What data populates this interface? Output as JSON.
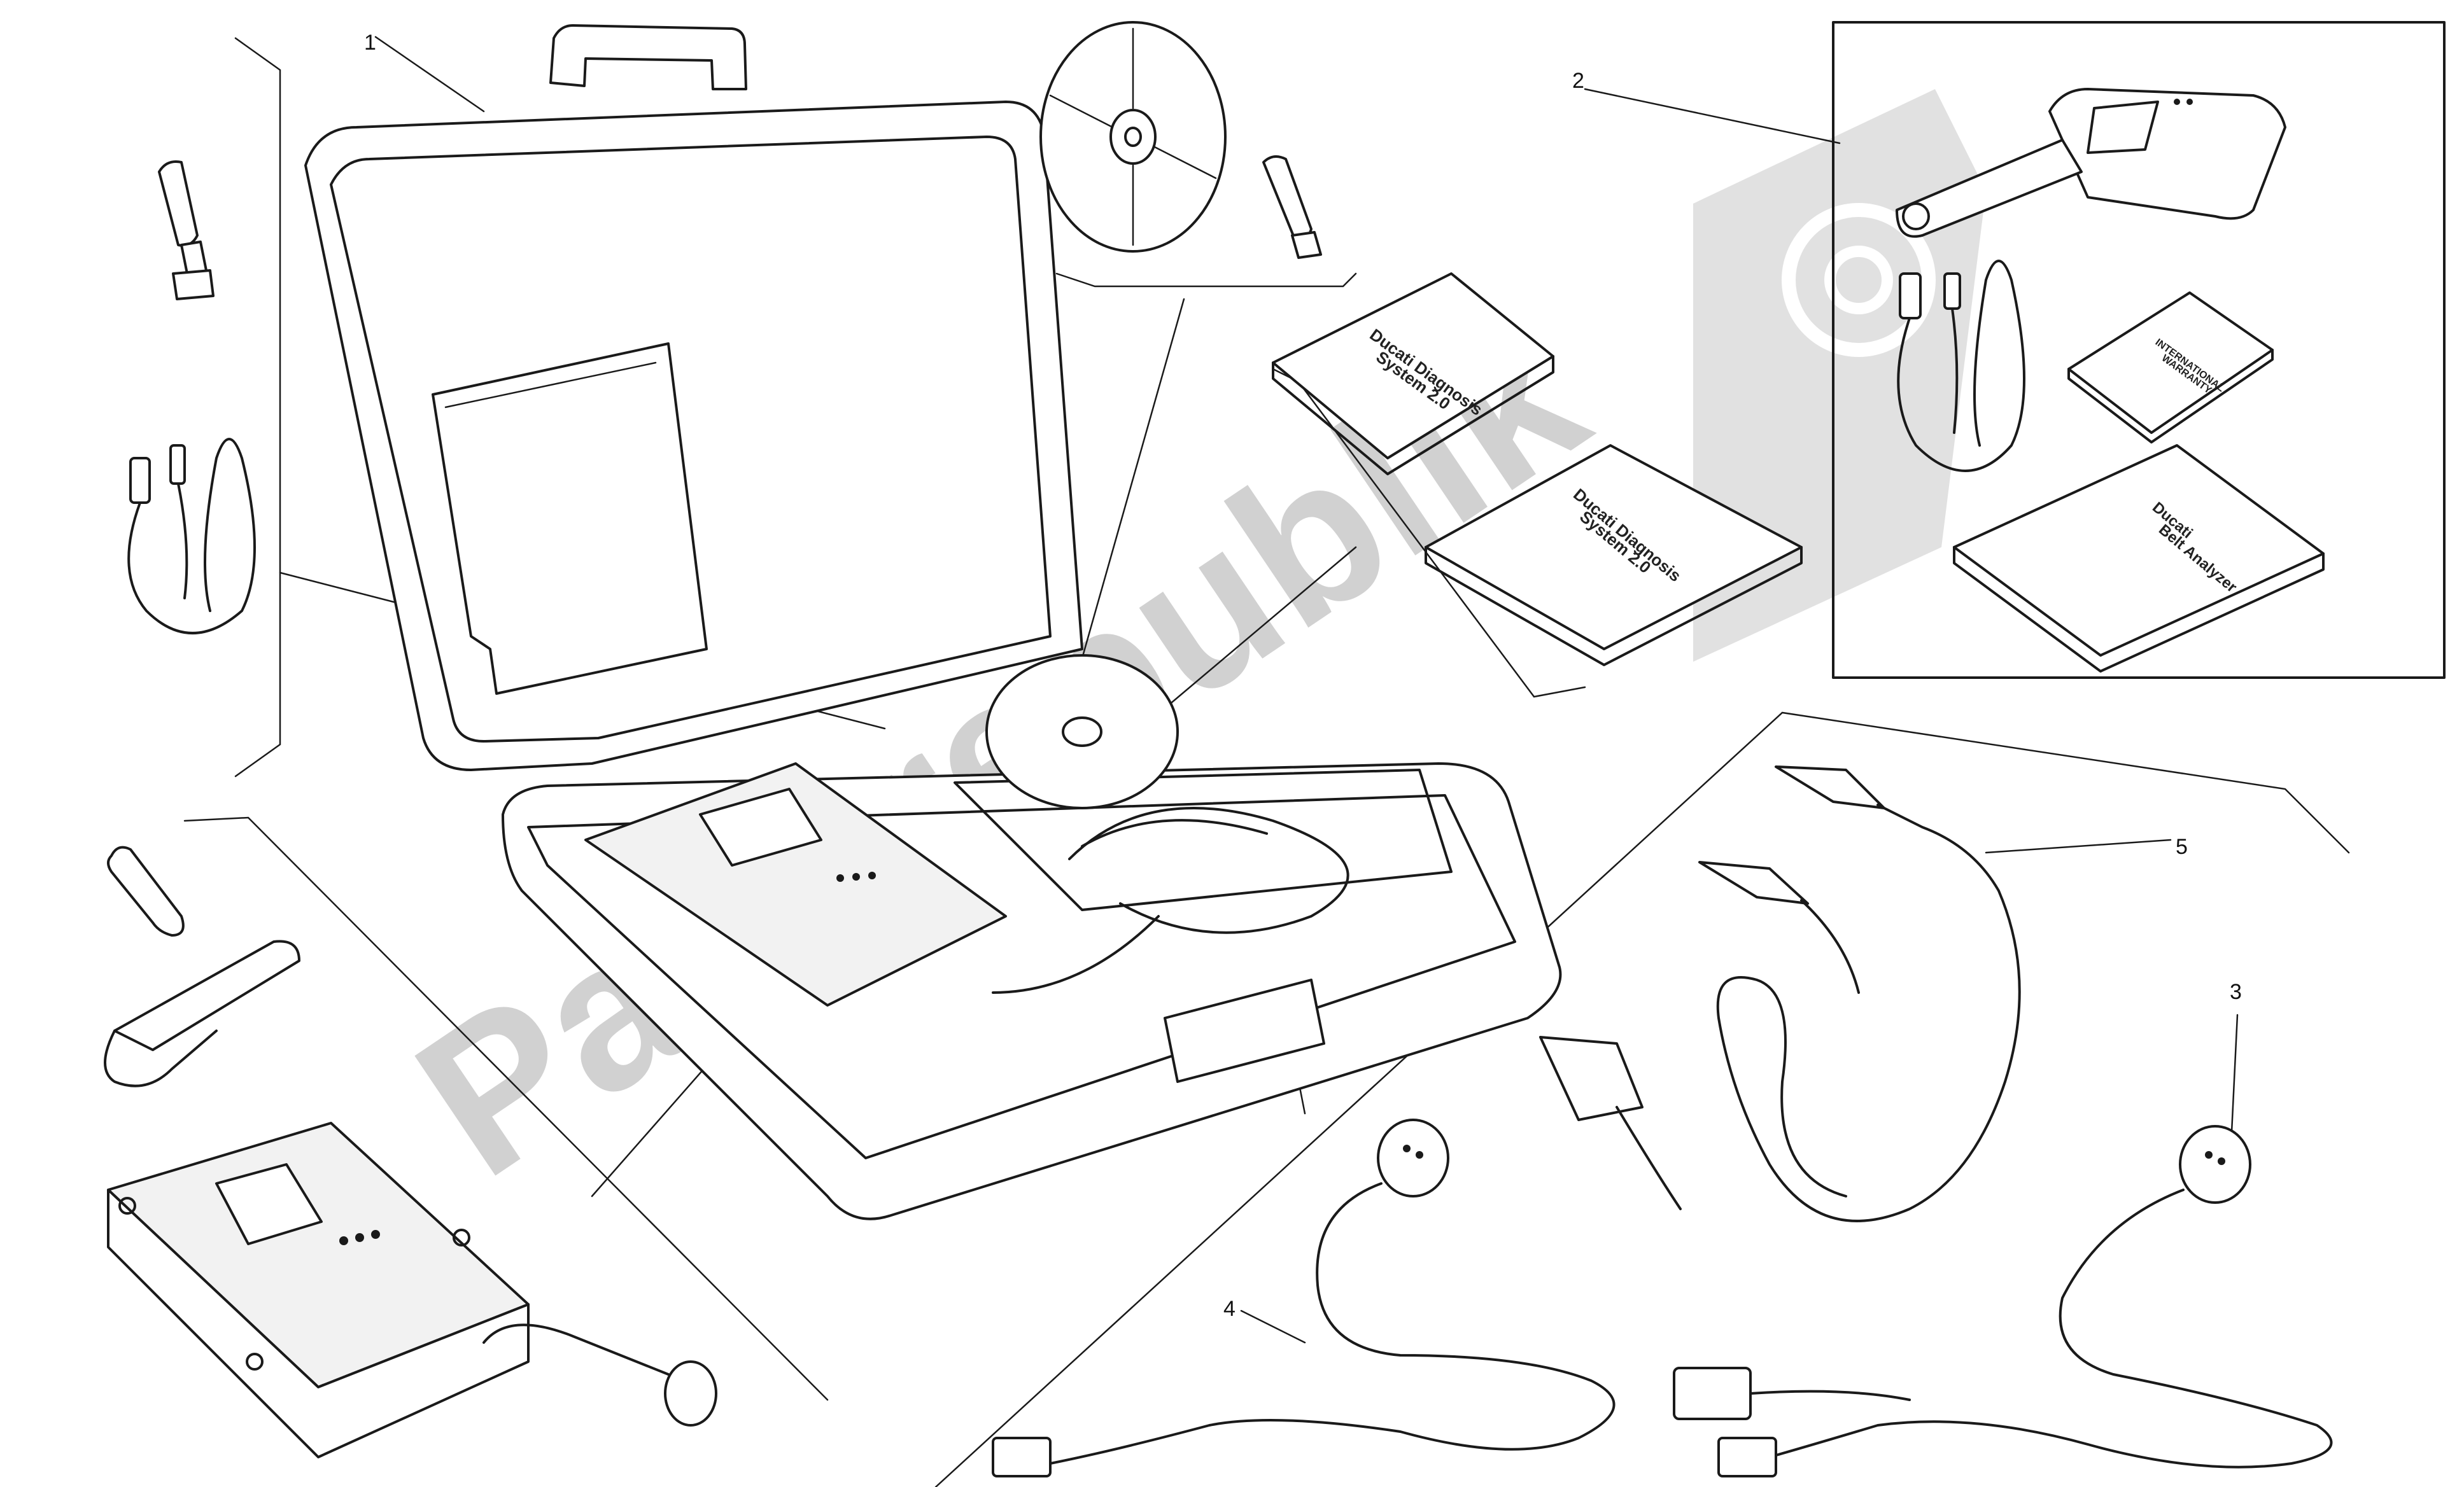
{
  "callouts": {
    "c1": "1",
    "c2": "2",
    "c3": "3",
    "c4": "4",
    "c5": "5"
  },
  "manuals": {
    "manual_a_title": "Ducati Diagnosis",
    "manual_a_subtitle": "System 2.0",
    "manual_b_title": "Ducati Diagnosis",
    "manual_b_subtitle": "System 2.0",
    "warranty_title": "INTERNATIONAL",
    "warranty_subtitle": "WARRANTY",
    "belt_title": "Ducati",
    "belt_subtitle": "Belt Analyzer"
  },
  "watermark": {
    "text": "Partsrepublik"
  },
  "colors": {
    "line": "#1a1a1a",
    "watermark": "#c9c9c9",
    "background": "#ffffff"
  }
}
